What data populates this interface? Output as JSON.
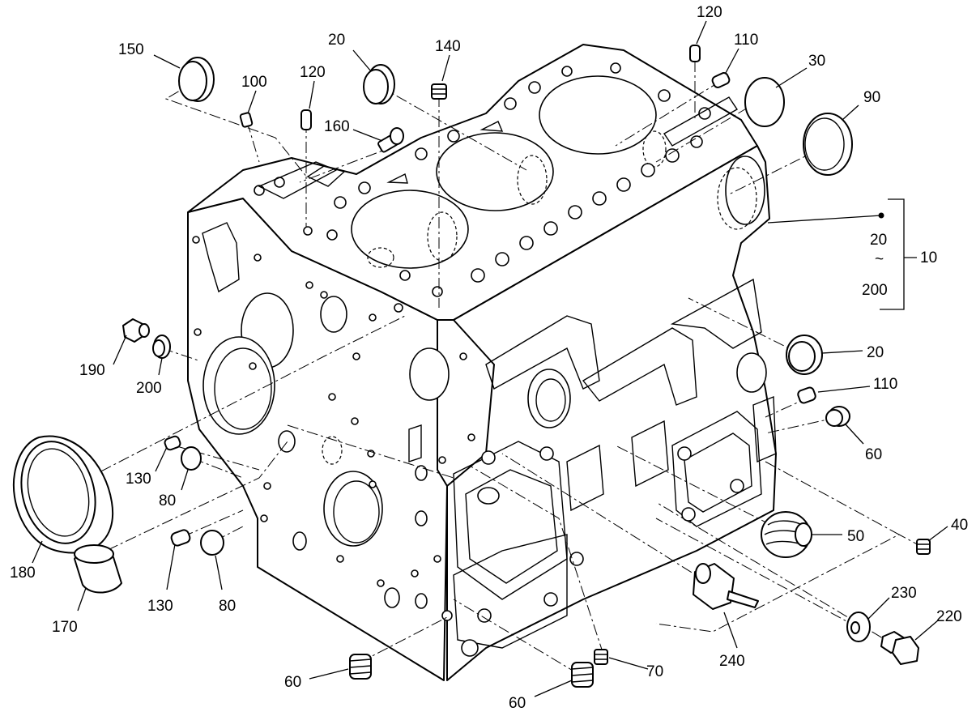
{
  "callouts": [
    {
      "id": "c150",
      "text": "150"
    },
    {
      "id": "c100",
      "text": "100"
    },
    {
      "id": "c120a",
      "text": "120"
    },
    {
      "id": "c20a",
      "text": "20"
    },
    {
      "id": "c140",
      "text": "140"
    },
    {
      "id": "c160",
      "text": "160"
    },
    {
      "id": "c120b",
      "text": "120"
    },
    {
      "id": "c110a",
      "text": "110"
    },
    {
      "id": "c30",
      "text": "30"
    },
    {
      "id": "c90",
      "text": "90"
    },
    {
      "id": "c20b",
      "text": "20"
    },
    {
      "id": "ctilde",
      "text": "~"
    },
    {
      "id": "c200b",
      "text": "200"
    },
    {
      "id": "c10",
      "text": "10"
    },
    {
      "id": "c190",
      "text": "190"
    },
    {
      "id": "c200a",
      "text": "200"
    },
    {
      "id": "c20c",
      "text": "20"
    },
    {
      "id": "c110b",
      "text": "110"
    },
    {
      "id": "c60a",
      "text": "60"
    },
    {
      "id": "c130a",
      "text": "130"
    },
    {
      "id": "c80a",
      "text": "80"
    },
    {
      "id": "c180",
      "text": "180"
    },
    {
      "id": "c130b",
      "text": "130"
    },
    {
      "id": "c80b",
      "text": "80"
    },
    {
      "id": "c170",
      "text": "170"
    },
    {
      "id": "c50",
      "text": "50"
    },
    {
      "id": "c40",
      "text": "40"
    },
    {
      "id": "c230",
      "text": "230"
    },
    {
      "id": "c220",
      "text": "220"
    },
    {
      "id": "c240",
      "text": "240"
    },
    {
      "id": "c70",
      "text": "70"
    },
    {
      "id": "c60b",
      "text": "60"
    },
    {
      "id": "c60c",
      "text": "60"
    }
  ]
}
